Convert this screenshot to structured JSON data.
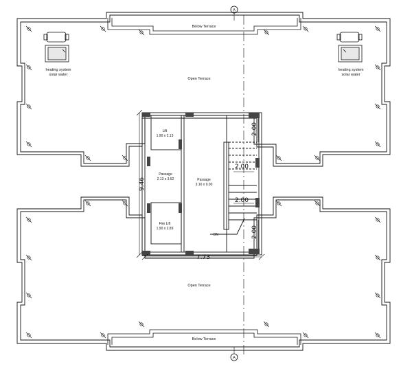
{
  "axis": {
    "top_marker": "A",
    "bottom_marker": "A"
  },
  "terraces": {
    "top_below_terrace": "Below Terrace",
    "bottom_below_terrace": "Below Terrace",
    "top_open_terrace": "Open Terrace",
    "bottom_open_terrace": "Open Terrace"
  },
  "solar_left": {
    "line1": "heating system",
    "line2": "solar water"
  },
  "solar_right": {
    "line1": "heating system",
    "line2": "solar water"
  },
  "rooms": {
    "lift": {
      "name": "Lift",
      "size": "1.90 x 2.13"
    },
    "passage_small": {
      "name": "Passage",
      "size": "2.13 x 3.52"
    },
    "passage_large": {
      "name": "Passage",
      "size": "3.16 x 9.00"
    },
    "fire_lift": {
      "name": "Fire Lift",
      "size": "1.90 x 2.89"
    }
  },
  "stair": {
    "direction": "DN"
  },
  "dimensions": {
    "vertical_total": "9.46",
    "horizontal_total": "7.73",
    "stair_top": "2.00",
    "stair_mid1": "2.00",
    "stair_mid2": "2.00",
    "stair_bottom": "2.00"
  }
}
